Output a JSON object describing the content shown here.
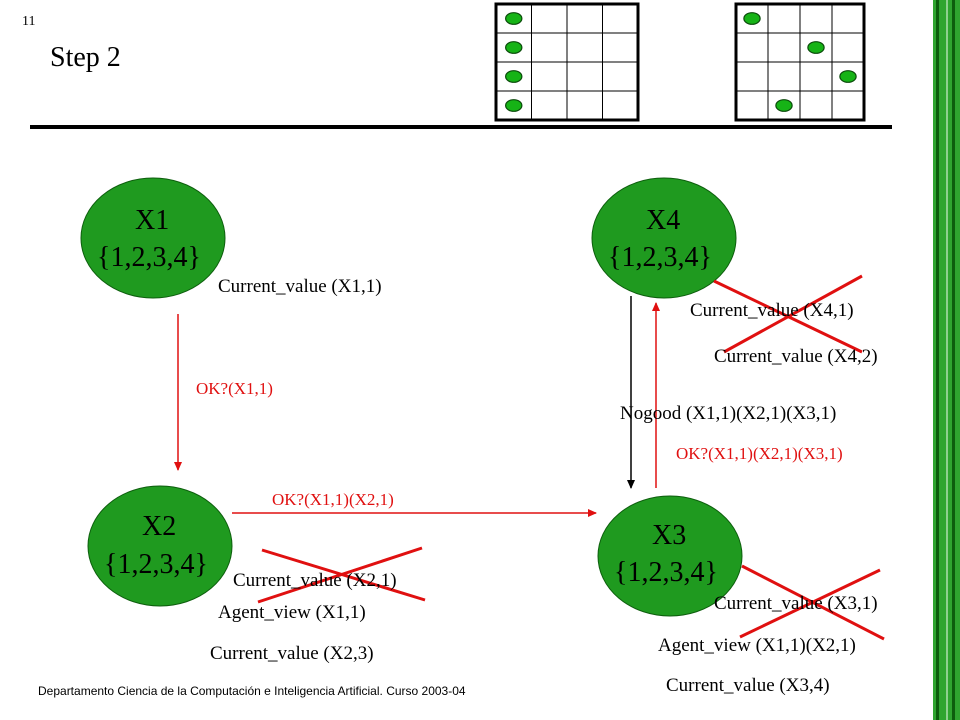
{
  "slide_number": "11",
  "title": "Step 2",
  "footer": "Departamento Ciencia de la Computación e Inteligencia Artificial. Curso 2003-04",
  "colors": {
    "node_fill": "#1f9a1f",
    "message": "#e01010",
    "queen": "#16b316"
  },
  "nodes": {
    "x1": {
      "name": "X1",
      "domain": "{1,2,3,4}"
    },
    "x2": {
      "name": "X2",
      "domain": "{1,2,3,4}"
    },
    "x3": {
      "name": "X3",
      "domain": "{1,2,3,4}"
    },
    "x4": {
      "name": "X4",
      "domain": "{1,2,3,4}"
    }
  },
  "labels": {
    "x1_current": "Current_value (X1,1)",
    "x4_current_old": "Current_value (X4,1)",
    "x4_current_new": "Current_value (X4,2)",
    "x2_current_old": "Current_value (X2,1)",
    "x2_agent_view": "Agent_view (X1,1)",
    "x2_current_new": "Current_value (X2,3)",
    "x3_current_old": "Current_value (X3,1)",
    "x3_agent_view": "Agent_view (X1,1)(X2,1)",
    "x3_current_new": "Current_value (X3,4)",
    "nogood": "Nogood (X1,1)(X2,1)(X3,1)"
  },
  "messages": {
    "ok_x1_to_x2": "OK?(X1,1)",
    "ok_x2_to_x3": "OK?(X1,1)(X2,1)",
    "ok_x3_to_x4": "OK?(X1,1)(X2,1)(X3,1)"
  },
  "boards": [
    {
      "queens_columns": [
        1,
        1,
        1,
        1
      ]
    },
    {
      "queens_columns": [
        1,
        3,
        4,
        2
      ]
    }
  ]
}
